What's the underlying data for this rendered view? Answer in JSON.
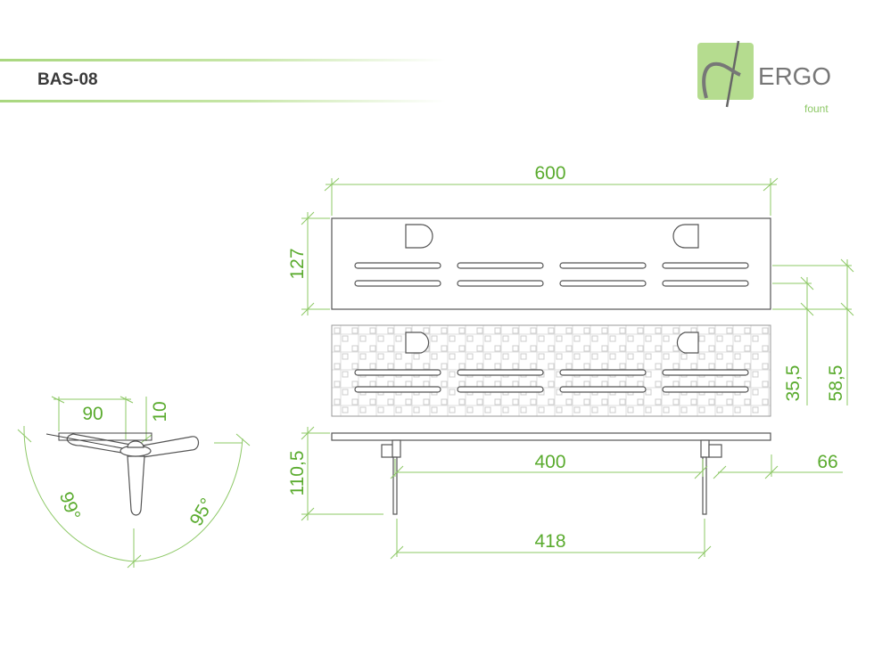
{
  "header": {
    "title": "BAS-08"
  },
  "logo": {
    "brand": "ERGO",
    "sub": "fount",
    "bg_color": "#b5dc8f",
    "text_color": "#777777"
  },
  "colors": {
    "dimension": "#8dc866",
    "dimension_text": "#5aab2e",
    "outline": "#555555"
  },
  "dimensions": {
    "width": "600",
    "depth": "127",
    "slot_offset_a": "35,5",
    "slot_offset_b": "58,5",
    "height": "110,5",
    "leg_spacing_inner": "400",
    "overhang": "66",
    "leg_spacing_outer": "418",
    "arm_length": "90",
    "arm_offset": "10",
    "angle_left": "99°",
    "angle_right": "95°"
  }
}
